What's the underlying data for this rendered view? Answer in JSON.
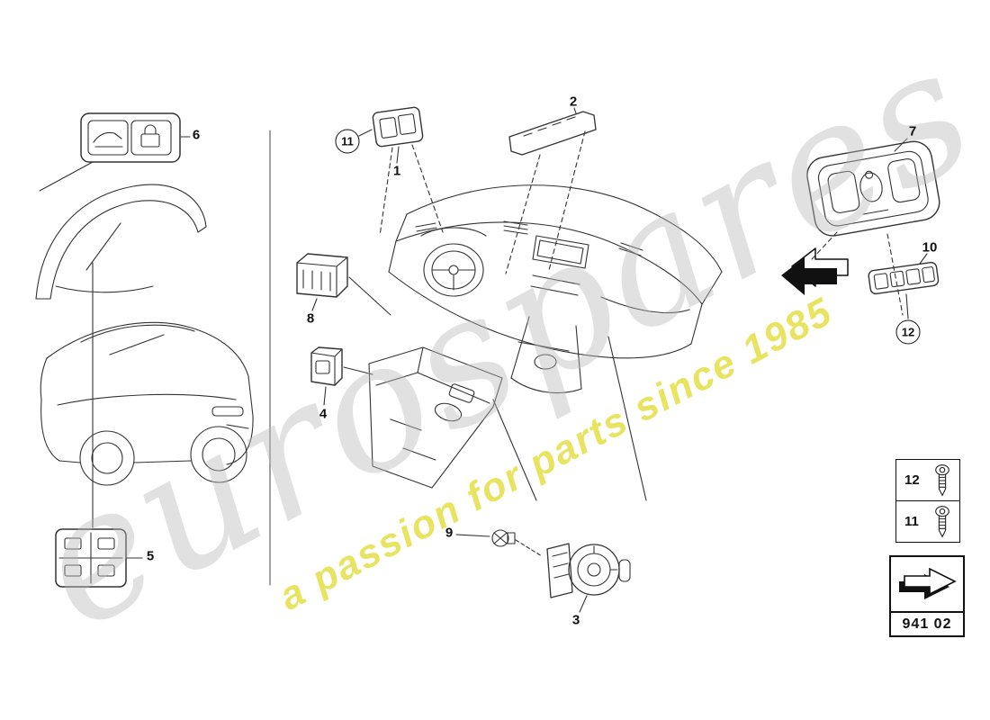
{
  "watermark": {
    "brand": "eurospares",
    "tagline": "a passion for parts since 1985"
  },
  "callouts": {
    "n1": "1",
    "n2": "2",
    "n3": "3",
    "n4": "4",
    "n5": "5",
    "n6": "6",
    "n7": "7",
    "n8": "8",
    "n9": "9",
    "n10": "10",
    "n11": "11",
    "n12": "12"
  },
  "hardware_legend": {
    "rows": [
      {
        "num": "12"
      },
      {
        "num": "11"
      }
    ]
  },
  "diagram_ref": {
    "code": "941 02"
  },
  "colors": {
    "line": "#333333",
    "watermark_gray": "#b9b9b9",
    "watermark_yellow": "#e3de3c"
  }
}
